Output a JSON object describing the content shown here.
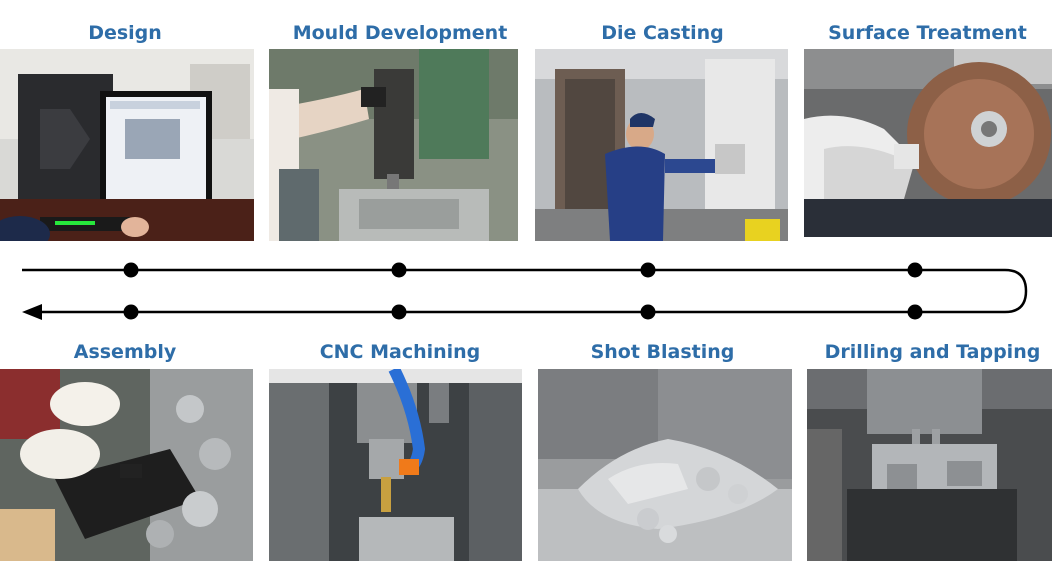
{
  "steps_top": [
    {
      "label": "Design",
      "image": "computer-cad-workstation"
    },
    {
      "label": "Mould Development",
      "image": "drill-press-mould"
    },
    {
      "label": "Die Casting",
      "image": "die-casting-machine-worker"
    },
    {
      "label": "Surface Treatment",
      "image": "grinding-wheel"
    }
  ],
  "steps_bottom": [
    {
      "label": "Assembly",
      "image": "hands-assembling-parts"
    },
    {
      "label": "CNC Machining",
      "image": "cnc-spindle-coolant"
    },
    {
      "label": "Shot Blasting",
      "image": "shot-blasting-parts"
    },
    {
      "label": "Drilling and Tapping",
      "image": "drilling-tapping-fixture"
    }
  ],
  "colors": {
    "title": "#2e6da8",
    "line": "#000000"
  }
}
